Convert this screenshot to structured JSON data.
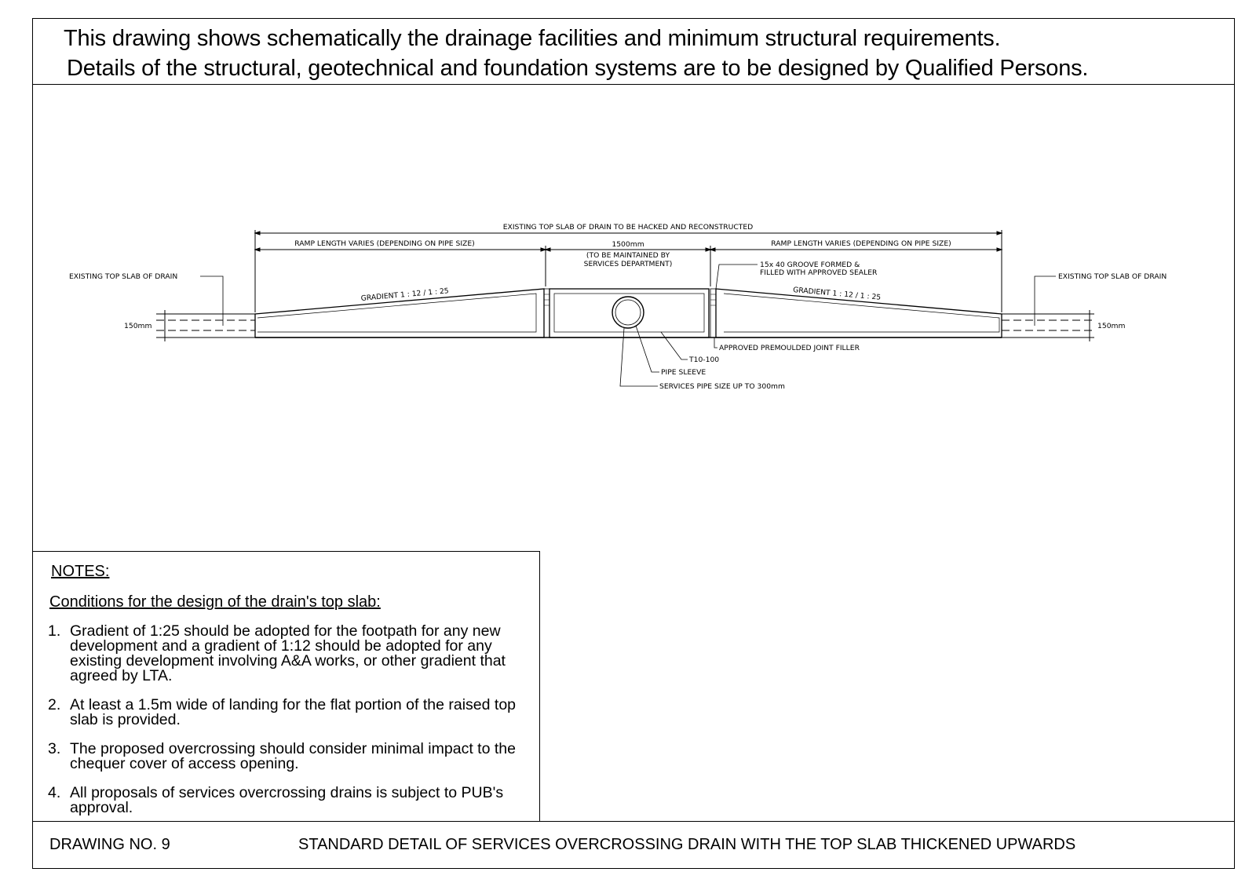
{
  "header": {
    "line1": "This drawing shows schematically the drainage facilities and minimum structural requirements.",
    "line2": "Details of the structural, geotechnical and foundation systems are to be designed by Qualified Persons."
  },
  "drawing": {
    "top_label": "EXISTING TOP SLAB OF DRAIN TO BE HACKED AND RECONSTRUCTED",
    "ramp_left": "RAMP LENGTH VARIES (DEPENDING ON PIPE SIZE)",
    "ramp_right": "RAMP LENGTH VARIES (DEPENDING ON PIPE SIZE)",
    "center_dim": "1500mm",
    "center_note_1": "(TO BE MAINTAINED BY",
    "center_note_2": "SERVICES DEPARTMENT)",
    "existing_left": "EXISTING TOP SLAB OF DRAIN",
    "existing_right": "EXISTING TOP SLAB OF DRAIN",
    "groove_1": "15x 40 GROOVE FORMED &",
    "groove_2": "FILLED WITH APPROVED SEALER",
    "gradient_left": "GRADIENT  1 : 12  /    1 : 25",
    "gradient_right": "GRADIENT  1 : 12  /    1 : 25",
    "thick_left": "150mm",
    "thick_right": "150mm",
    "joint_filler": "APPROVED PREMOULDED JOINT FILLER",
    "rebar": "T10-100",
    "pipe_sleeve": "PIPE SLEEVE",
    "services_pipe": "SERVICES PIPE SIZE UP TO 300mm"
  },
  "notes": {
    "title": "NOTES:",
    "subtitle": "Conditions for the design of the drain's top slab:",
    "items": [
      {
        "num": "1.",
        "text": "Gradient of 1:25 should be adopted for the footpath for any new development and a gradient of 1:12 should be adopted for any existing development involving A&A works, or other gradient that agreed by LTA."
      },
      {
        "num": "2.",
        "text": "At least a 1.5m wide of landing for the flat portion of the raised top slab is provided."
      },
      {
        "num": "3.",
        "text": "The proposed overcrossing should consider minimal impact to the chequer cover of access opening."
      },
      {
        "num": "4.",
        "text": "All proposals of services overcrossing drains is subject to PUB's approval."
      }
    ]
  },
  "footer": {
    "drawing_no": "DRAWING NO. 9",
    "title": "STANDARD DETAIL OF SERVICES OVERCROSSING DRAIN WITH THE TOP SLAB THICKENED UPWARDS"
  }
}
